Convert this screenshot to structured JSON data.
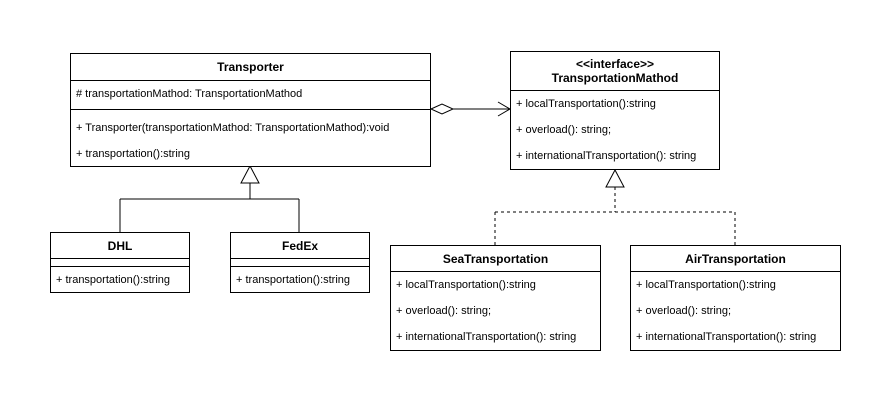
{
  "classes": {
    "transporter": {
      "name": "Transporter",
      "attributes": [
        "# transportationMathod: TransportationMathod"
      ],
      "methods": [
        "+ Transporter(transportationMathod: TransportationMathod):void",
        "+ transportation():string"
      ]
    },
    "interface": {
      "stereotype": "<<interface>>",
      "name": "TransportationMathod",
      "methods": [
        "+ localTransportation():string",
        "+ overload(): string;",
        "+ internationalTransportation(): string"
      ]
    },
    "dhl": {
      "name": "DHL",
      "methods": [
        "+ transportation():string"
      ]
    },
    "fedex": {
      "name": "FedEx",
      "methods": [
        "+ transportation():string"
      ]
    },
    "sea": {
      "name": "SeaTransportation",
      "methods": [
        "+ localTransportation():string",
        "+ overload(): string;",
        "+ internationalTransportation(): string"
      ]
    },
    "air": {
      "name": "AirTransportation",
      "methods": [
        "+ localTransportation():string",
        "+ overload(): string;",
        "+ internationalTransportation(): string"
      ]
    }
  }
}
